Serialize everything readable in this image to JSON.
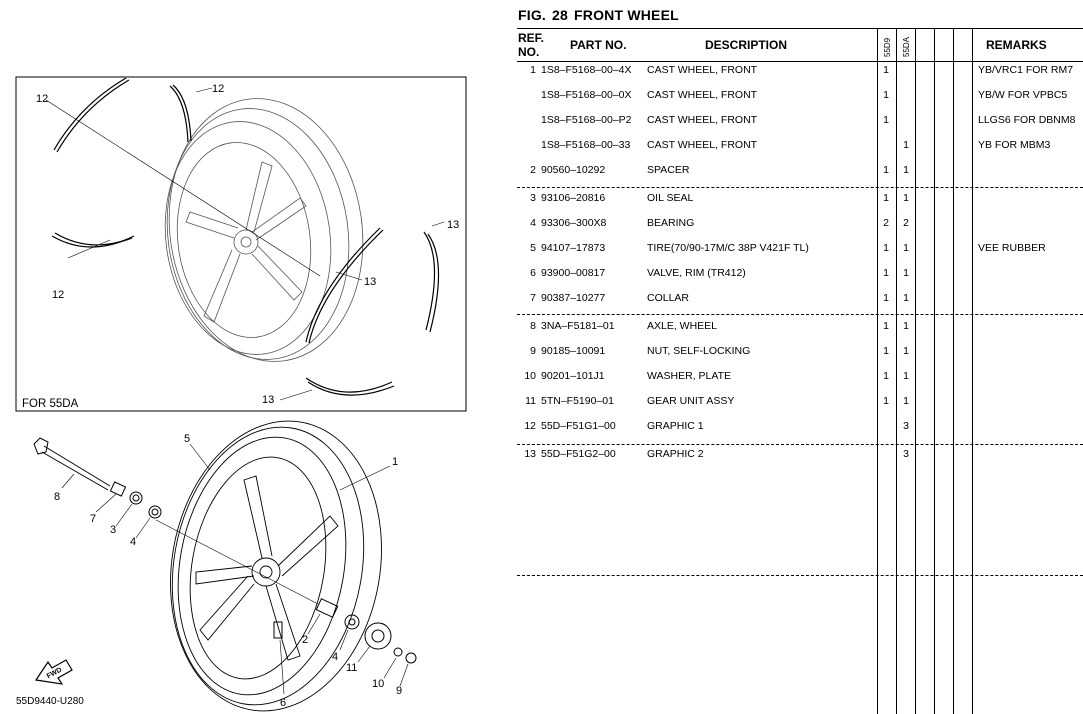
{
  "figure": {
    "label": "FIG.",
    "number": "28",
    "title": "FRONT WHEEL"
  },
  "columns": {
    "ref_line1": "REF.",
    "ref_line2": "NO.",
    "part_no": "PART NO.",
    "description": "DESCRIPTION",
    "model_1": "55D9",
    "model_2": "55DA",
    "remarks": "REMARKS"
  },
  "rows": [
    {
      "ref": "1",
      "part": "1S8–F5168–00–4X",
      "desc": "CAST WHEEL, FRONT",
      "q1": "1",
      "q2": "",
      "remarks": "YB/VRC1 FOR RM7"
    },
    {
      "ref": "",
      "part": "1S8–F5168–00–0X",
      "desc": "CAST WHEEL, FRONT",
      "q1": "1",
      "q2": "",
      "remarks": "YB/W FOR VPBC5"
    },
    {
      "ref": "",
      "part": "1S8–F5168–00–P2",
      "desc": "CAST WHEEL, FRONT",
      "q1": "1",
      "q2": "",
      "remarks": "LLGS6 FOR DBNM8"
    },
    {
      "ref": "",
      "part": "1S8–F5168–00–33",
      "desc": "CAST WHEEL, FRONT",
      "q1": "",
      "q2": "1",
      "remarks": "YB FOR MBM3"
    },
    {
      "ref": "2",
      "part": "90560–10292",
      "desc": "SPACER",
      "q1": "1",
      "q2": "1",
      "remarks": ""
    },
    {
      "ref": "3",
      "part": "93106–20816",
      "desc": "OIL SEAL",
      "q1": "1",
      "q2": "1",
      "remarks": ""
    },
    {
      "ref": "4",
      "part": "93306–300X8",
      "desc": "BEARING",
      "q1": "2",
      "q2": "2",
      "remarks": ""
    },
    {
      "ref": "5",
      "part": "94107–17873",
      "desc": "TIRE(70/90-17M/C 38P V421F TL)",
      "q1": "1",
      "q2": "1",
      "remarks": "VEE RUBBER"
    },
    {
      "ref": "6",
      "part": "93900–00817",
      "desc": "VALVE, RIM (TR412)",
      "q1": "1",
      "q2": "1",
      "remarks": ""
    },
    {
      "ref": "7",
      "part": "90387–10277",
      "desc": "COLLAR",
      "q1": "1",
      "q2": "1",
      "remarks": ""
    },
    {
      "ref": "8",
      "part": "3NA–F5181–01",
      "desc": "AXLE, WHEEL",
      "q1": "1",
      "q2": "1",
      "remarks": ""
    },
    {
      "ref": "9",
      "part": "90185–10091",
      "desc": "NUT, SELF-LOCKING",
      "q1": "1",
      "q2": "1",
      "remarks": ""
    },
    {
      "ref": "10",
      "part": "90201–101J1",
      "desc": "WASHER, PLATE",
      "q1": "1",
      "q2": "1",
      "remarks": ""
    },
    {
      "ref": "11",
      "part": "5TN–F5190–01",
      "desc": "GEAR UNIT ASSY",
      "q1": "1",
      "q2": "1",
      "remarks": ""
    },
    {
      "ref": "12",
      "part": "55D–F51G1–00",
      "desc": "GRAPHIC 1",
      "q1": "",
      "q2": "3",
      "remarks": ""
    },
    {
      "ref": "13",
      "part": "55D–F51G2–00",
      "desc": "GRAPHIC 2",
      "q1": "",
      "q2": "3",
      "remarks": ""
    }
  ],
  "illustration": {
    "inset_label": "FOR 55DA",
    "fwd_label": "FWD",
    "drawing_code": "55D9440-U280",
    "callouts": {
      "c1": "1",
      "c2": "2",
      "c3": "3",
      "c4": "4",
      "c4b": "4",
      "c5": "5",
      "c6": "6",
      "c7": "7",
      "c8": "8",
      "c9": "9",
      "c10": "10",
      "c11": "11",
      "i12a": "12",
      "i12b": "12",
      "i12c": "12",
      "i13a": "13",
      "i13b": "13",
      "i13c": "13"
    }
  }
}
